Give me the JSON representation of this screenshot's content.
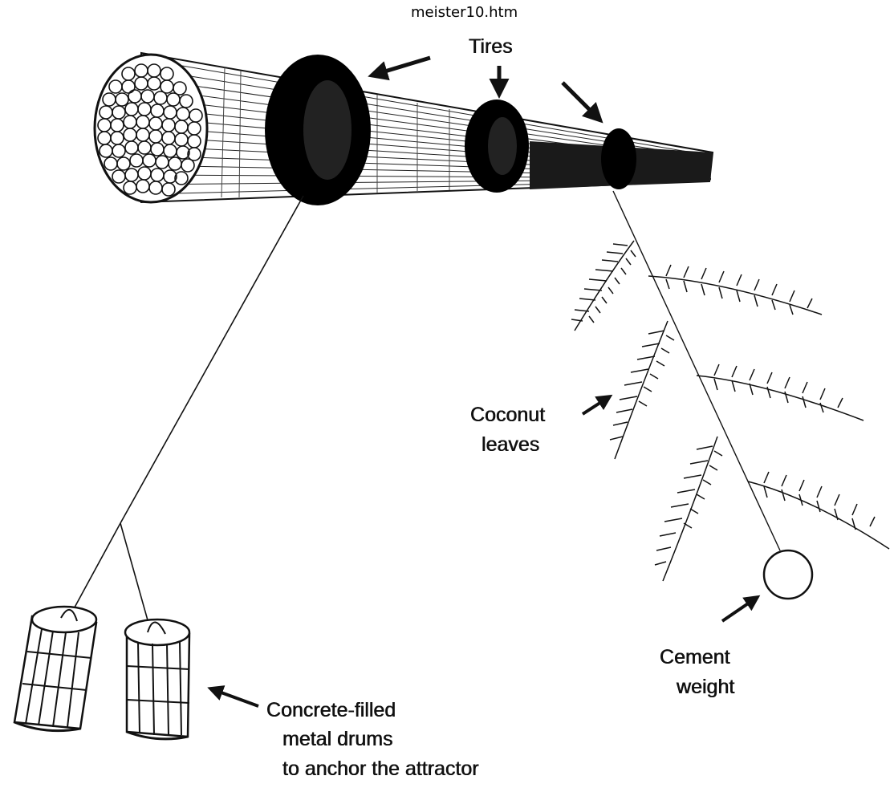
{
  "page_title": "meister10.htm",
  "labels": {
    "tires": "Tires",
    "coconut_leaves": [
      "Coconut",
      "leaves"
    ],
    "cement_weight": [
      "Cement",
      "weight"
    ],
    "drums": [
      "Concrete-filled",
      "metal drums",
      "to anchor the attractor"
    ]
  },
  "colors": {
    "ink": "#111111",
    "background": "#ffffff"
  },
  "icons": [
    "arrow-icon",
    "tire-icon",
    "coconut-leaf-icon",
    "cement-weight-icon",
    "concrete-drum-icon"
  ]
}
